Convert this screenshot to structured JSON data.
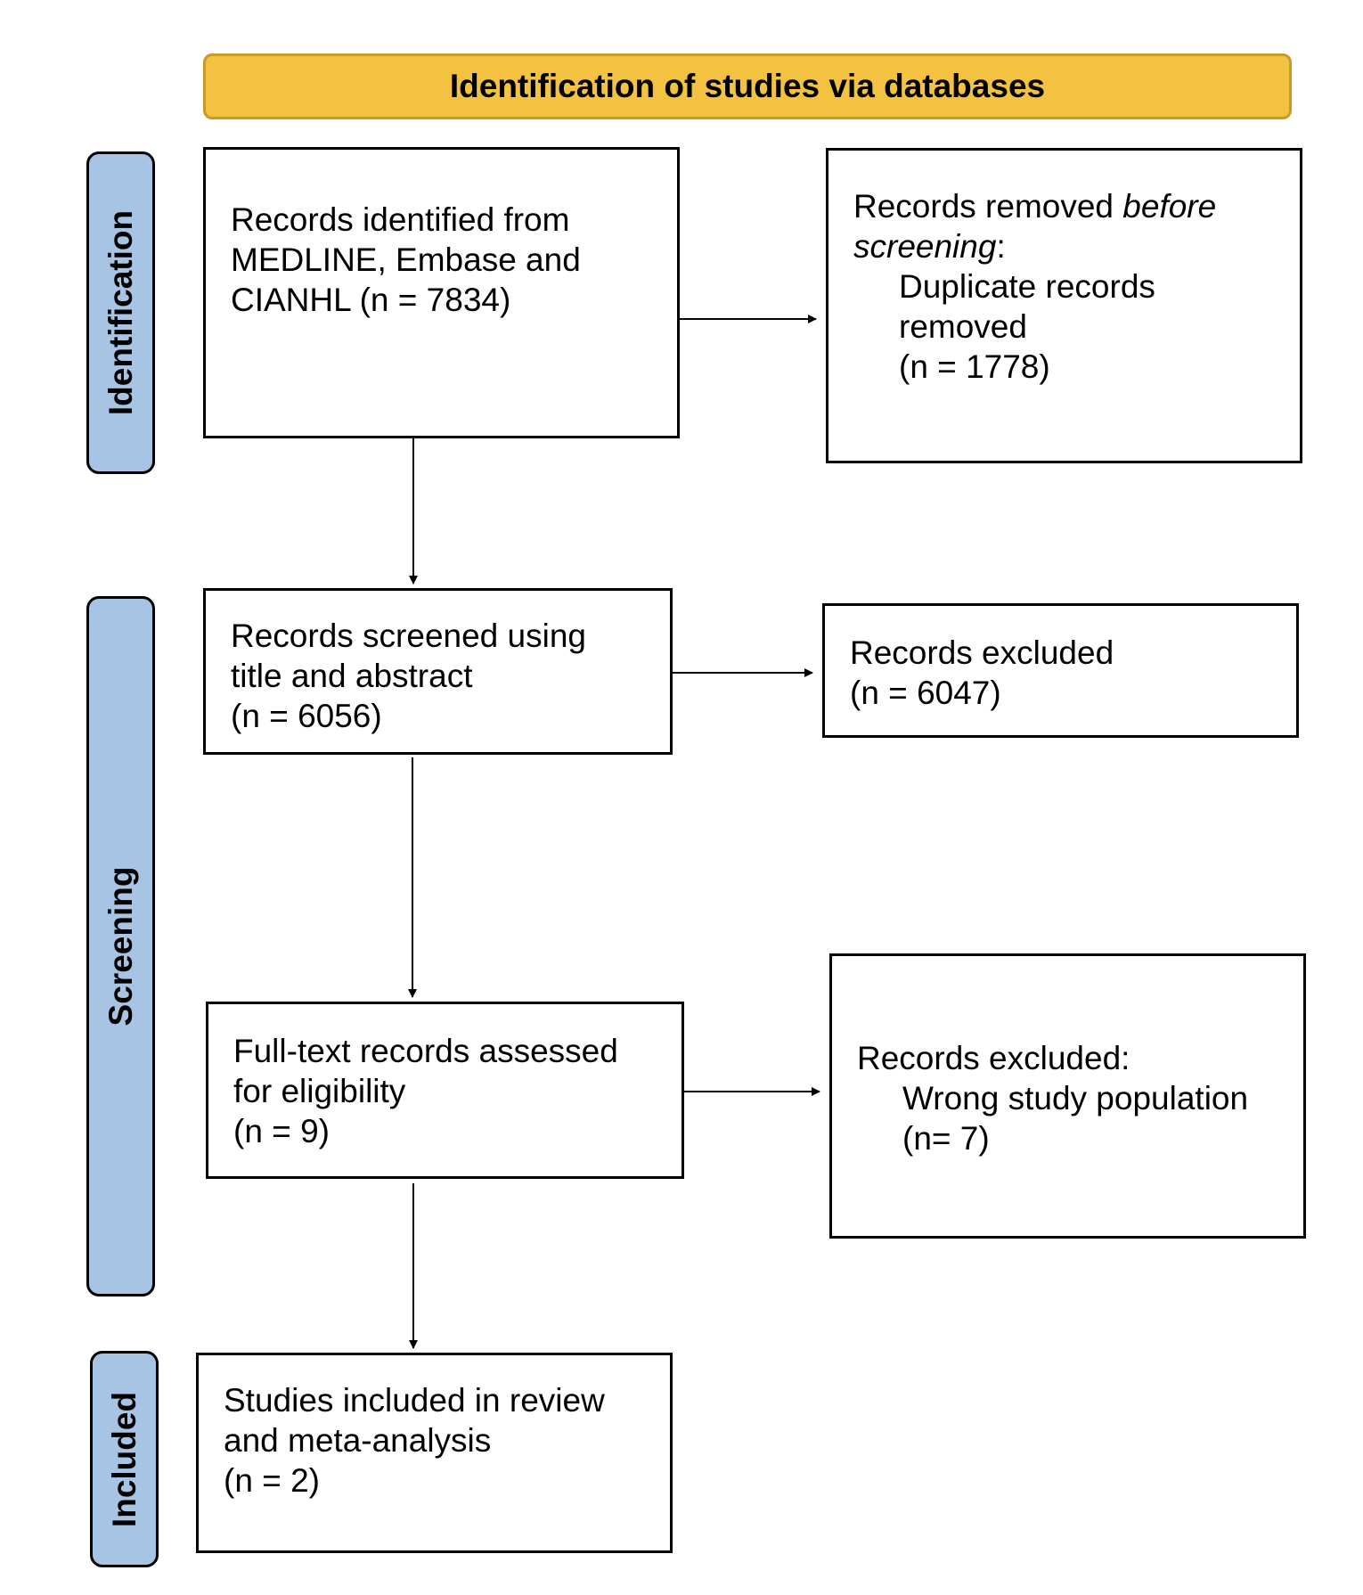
{
  "header": {
    "title": "Identification of studies via databases"
  },
  "phases": {
    "identification": "Identification",
    "screening": "Screening",
    "included": "Included"
  },
  "boxes": {
    "records_identified": {
      "lines": [
        "Records identified from",
        "MEDLINE, Embase and",
        "CIANHL (n = 7834)"
      ]
    },
    "records_removed": {
      "line1_start": "Records removed ",
      "line1_italic": "before",
      "line2_italic": "screening",
      "line2_end": ":",
      "sub_lines": [
        "Duplicate records",
        "removed",
        "(n = 1778)"
      ]
    },
    "records_screened": {
      "lines": [
        "Records screened using",
        "title and abstract",
        "(n = 6056)"
      ]
    },
    "records_excluded": {
      "lines": [
        "Records excluded",
        "(n = 6047)"
      ]
    },
    "fulltext_assessed": {
      "lines": [
        "Full-text records assessed",
        "for eligibility",
        "(n = 9)"
      ]
    },
    "fulltext_excluded": {
      "title": "Records excluded:",
      "sub_lines": [
        "Wrong study population",
        "(n= 7)"
      ]
    },
    "studies_included": {
      "lines": [
        "Studies included in review",
        "and meta-analysis",
        "(n = 2)"
      ]
    }
  }
}
